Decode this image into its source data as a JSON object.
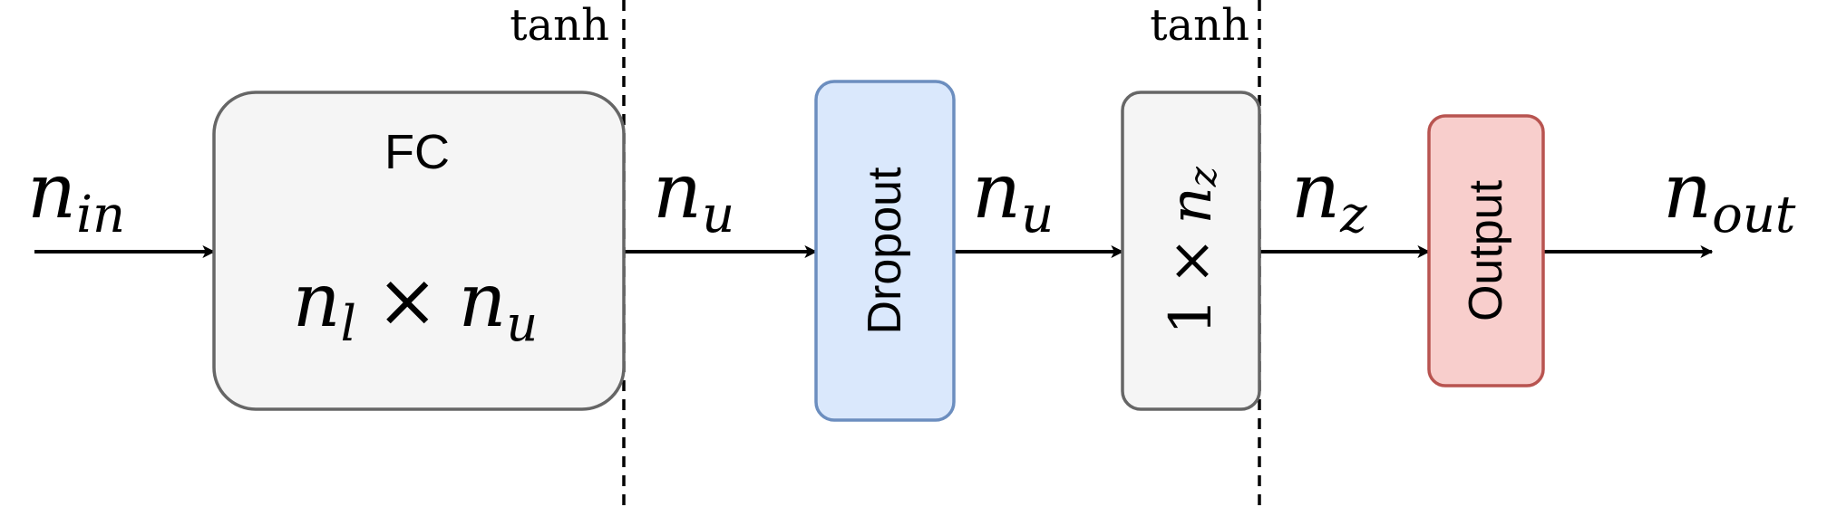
{
  "diagram": {
    "activations": {
      "first": "tanh",
      "second": "tanh"
    },
    "fc_block": {
      "title": "FC",
      "size": {
        "rows_var": "n",
        "rows_sub": "l",
        "times": "×",
        "cols_var": "n",
        "cols_sub": "u"
      }
    },
    "dropout_block": {
      "label": "Dropout"
    },
    "latent_block": {
      "one": "1",
      "times": "×",
      "var": "n",
      "sub": "z"
    },
    "output_block": {
      "label": "Output"
    },
    "edges": {
      "input": {
        "var": "n",
        "sub": "in"
      },
      "after_fc": {
        "var": "n",
        "sub": "u"
      },
      "after_dropout": {
        "var": "n",
        "sub": "u"
      },
      "after_latent": {
        "var": "n",
        "sub": "z"
      },
      "output": {
        "var": "n",
        "sub": "out"
      }
    },
    "colors": {
      "gray_fill": "#f5f5f5",
      "gray_stroke": "#666666",
      "blue_fill": "#dae8fc",
      "blue_stroke": "#6c8ebf",
      "red_fill": "#f8cecc",
      "red_stroke": "#b85450",
      "line": "#000000"
    }
  }
}
